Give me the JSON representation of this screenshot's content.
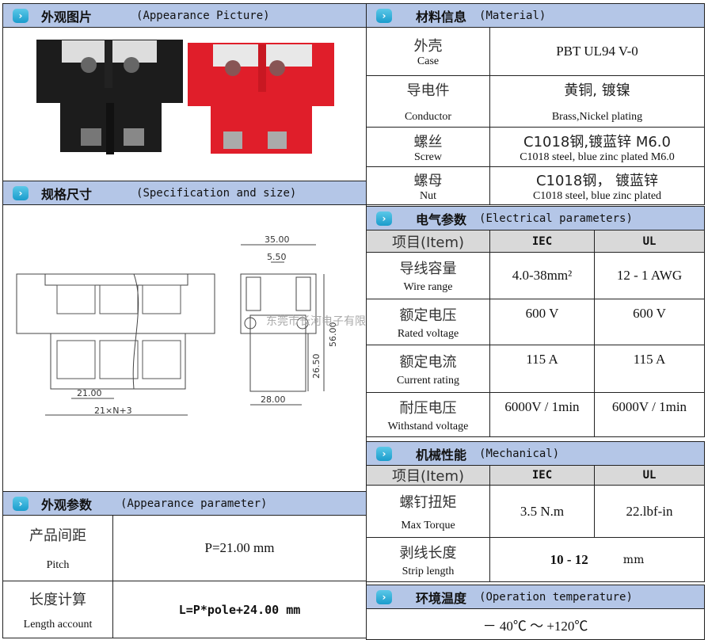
{
  "appearance_picture": {
    "title_zh": "外观图片",
    "title_en": "(Appearance Picture)"
  },
  "spec_size": {
    "title_zh": "规格尺寸",
    "title_en": "(Specification and size)",
    "dims": {
      "width_top": "35.00",
      "slot": "5.50",
      "height": "56.00",
      "lower_height": "26.50",
      "base": "28.00",
      "pitch": "21.00",
      "length": "21×N+3"
    },
    "watermark": "东莞市长河电子有限公司"
  },
  "appearance_param": {
    "title_zh": "外观参数",
    "title_en": "(Appearance parameter)",
    "rows": [
      {
        "zh": "产品间距",
        "en": "Pitch",
        "value": "P=21.00 mm"
      },
      {
        "zh": "长度计算",
        "en": "Length account",
        "value": "L=P*pole+24.00 mm"
      }
    ]
  },
  "material": {
    "title_zh": "材料信息",
    "title_en": "(Material)",
    "rows": [
      {
        "zh": "外壳",
        "en": "Case",
        "value_zh": "",
        "value_en": "PBT  UL94 V-0"
      },
      {
        "zh": "导电件",
        "en": "Conductor",
        "value_zh": "黄铜, 镀镍",
        "value_en": "Brass,Nickel plating"
      },
      {
        "zh": "螺丝",
        "en": "Screw",
        "value_zh": "C1018钢,镀蓝锌   M6.0",
        "value_en": "C1018 steel, blue zinc plated   M6.0"
      },
      {
        "zh": "螺母",
        "en": "Nut",
        "value_zh": "C1018钢， 镀蓝锌",
        "value_en": "C1018 steel, blue zinc plated"
      }
    ]
  },
  "electrical": {
    "title_zh": "电气参数",
    "title_en": "(Electrical parameters)",
    "head": {
      "item": "项目(Item)",
      "iec": "IEC",
      "ul": "UL"
    },
    "rows": [
      {
        "zh": "导线容量",
        "en": "Wire range",
        "iec": "4.0-38mm²",
        "ul": "12 -  1 AWG"
      },
      {
        "zh": "额定电压",
        "en": "Rated voltage",
        "iec": "600 V",
        "ul": "600 V"
      },
      {
        "zh": "额定电流",
        "en": "Current rating",
        "iec": "115 A",
        "ul": "115 A"
      },
      {
        "zh": "耐压电压",
        "en": "Withstand voltage",
        "iec": "6000V / 1min",
        "ul": "6000V / 1min"
      }
    ]
  },
  "mechanical": {
    "title_zh": "机械性能",
    "title_en": "(Mechanical)",
    "head": {
      "item": "项目(Item)",
      "iec": "IEC",
      "ul": "UL"
    },
    "torque": {
      "zh": "螺钉扭矩",
      "en": "Max Torque",
      "iec": "3.5  N.m",
      "ul": "22.lbf-in"
    },
    "strip": {
      "zh": "剥线长度",
      "en": "Strip length",
      "value": "10  -  12",
      "unit": "mm"
    }
  },
  "temperature": {
    "title_zh": "环境温度",
    "title_en": "(Operation temperature)",
    "value": "－ 40℃  ～  +120℃"
  }
}
